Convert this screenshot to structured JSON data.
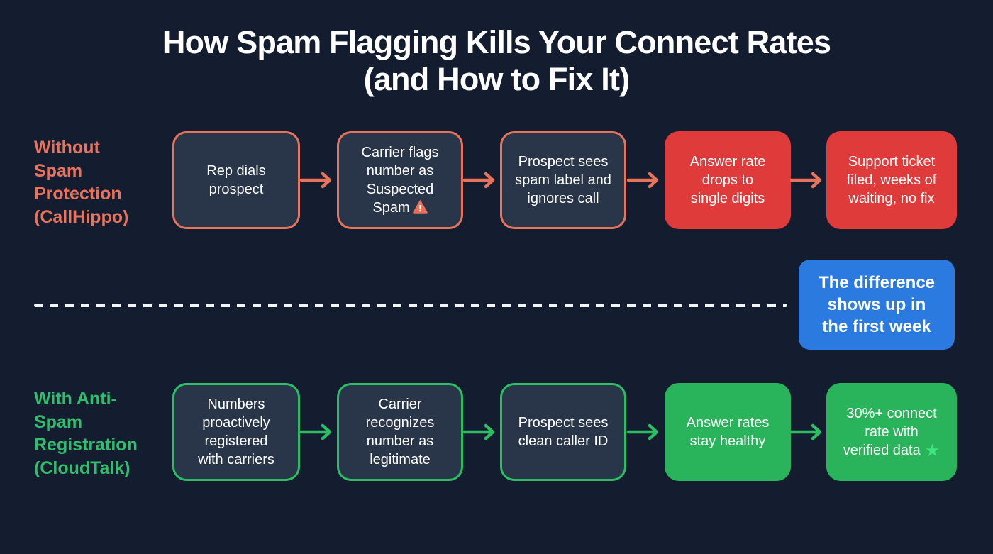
{
  "title": {
    "line1": "How Spam Flagging Kills Your Connect Rates",
    "line2": "(and How to Fix It)"
  },
  "callout": {
    "text": "The difference\nshows up in\nthe first week"
  },
  "rows": [
    {
      "label": "Without\nSpam\nProtection\n(CallHippo)",
      "steps": [
        {
          "text": "Rep dials\nprospect"
        },
        {
          "text": "Carrier flags\nnumber as\nSuspected\nSpam",
          "icon": "warning-triangle"
        },
        {
          "text": "Prospect sees\nspam label and\nignores call"
        },
        {
          "text": "Answer rate\ndrops to\nsingle digits"
        },
        {
          "text": "Support ticket\nfiled, weeks of\nwaiting, no fix"
        }
      ]
    },
    {
      "label": "With Anti-\nSpam\nRegistration\n(CloudTalk)",
      "steps": [
        {
          "text": "Numbers\nproactively\nregistered\nwith carriers"
        },
        {
          "text": "Carrier\nrecognizes\nnumber as\nlegitimate"
        },
        {
          "text": "Prospect sees\nclean caller ID"
        },
        {
          "text": "Answer rates\nstay healthy"
        },
        {
          "text": "30%+ connect\nrate with\nverified data",
          "icon": "star"
        }
      ]
    }
  ],
  "icons": {
    "star_glyph": "★"
  },
  "colors": {
    "background": "#141C30",
    "box_fill": "#293549",
    "salmon": "#E8735C",
    "red_fill": "#DF3B3B",
    "green": "#2CBE62",
    "green_fill": "#29B45B",
    "green_label": "#2FBE6B",
    "blue_fill": "#2B7AE0",
    "divider": "#F2F4F8",
    "star": "#3FE57E",
    "text": "#FFFFFF"
  }
}
